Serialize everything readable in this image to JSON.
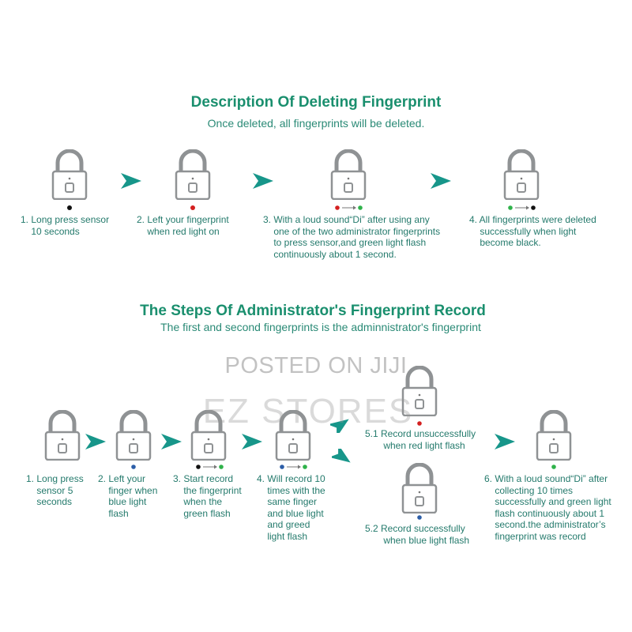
{
  "section1": {
    "title": "Description Of Deleting Fingerprint",
    "subtitle": "Once deleted, all fingerprints will be deleted.",
    "steps": [
      "1. Long press sensor\n    10 seconds",
      "2. Left your fingerprint\n    when red light on",
      "3. With a loud sound“Di” after using any\n    one of the two administrator fingerprints\n    to press sensor,and green light flash\n    continuously about 1 second.",
      "4. All fingerprints were deleted\n    successfully when light\n    become black."
    ]
  },
  "section2": {
    "title": "The Steps Of Administrator's Fingerprint Record",
    "subtitle": "The first and second fingerprints is the adminnistrator's fingerprint",
    "steps": [
      "1. Long press\n    sensor 5\n    seconds",
      "2. Left your\n    finger when\n    blue light\n    flash",
      "3. Start record\n    the fingerprint\n    when the\n    green flash",
      "4. Will record 10\n    times with the\n    same finger\n    and blue light\n    and greed\n    light flash",
      "5.1 Record unsuccessfully\n       when red light flash",
      "5.2 Record successfully\n       when blue light flash",
      "6. With a loud sound“Di” after\n    collecting 10 times\n    successfully and green light\n    flash continuously about 1\n    second.the administrator’s\n    fingerprint was record"
    ]
  },
  "watermarks": {
    "line1": "POSTED ON JIJI",
    "line2": "EZ STORES"
  },
  "colors": {
    "heading": "#1a8f6e",
    "text": "#247a6c",
    "arrow": "#17968a",
    "lock_body": "#8f9294",
    "led_black": "#111111",
    "led_red": "#d42020",
    "led_green": "#2fb24a",
    "led_blue": "#2c5ea8"
  }
}
